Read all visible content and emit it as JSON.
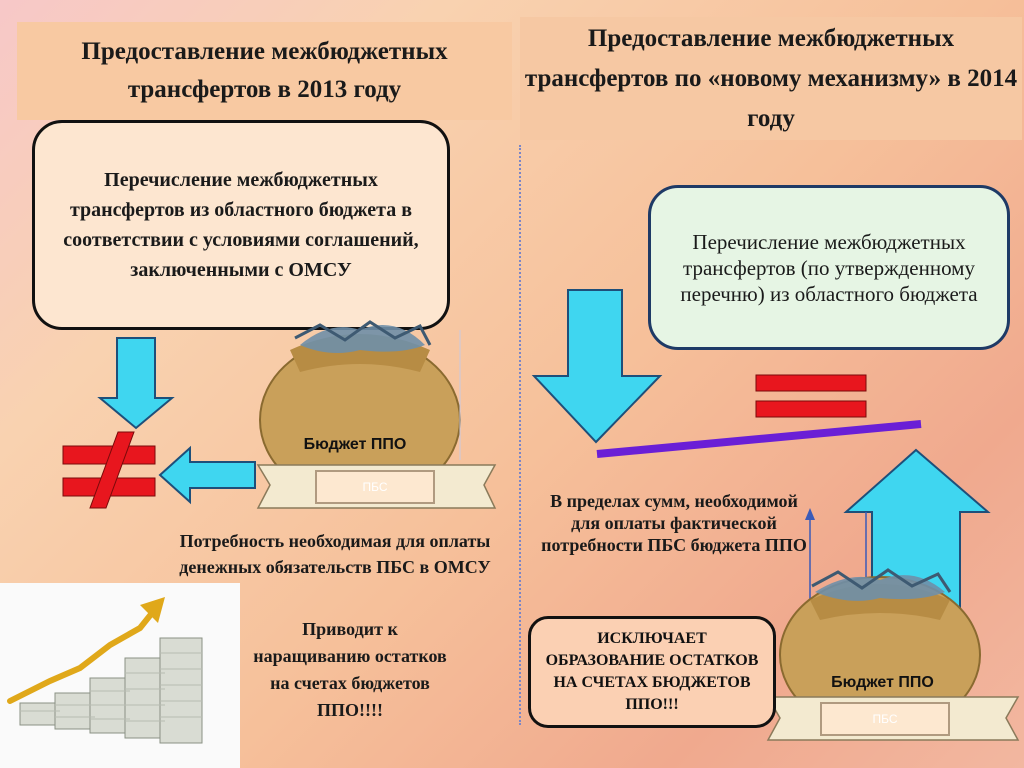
{
  "left": {
    "header": "Предоставление межбюджетных трансфертов в 2013 году",
    "box_text": "Перечисление  межбюджетных трансфертов из областного бюджета в соответствии с условиями соглашений, заключенными с ОМСУ",
    "bag_label": "Бюджет ППО",
    "bag_tag": "ПБС",
    "need_text": "Потребность необходимая для оплаты денежных обязательств ПБС в ОМСУ",
    "leads_text": "Приводит к наращиванию остатков на счетах бюджетов ППО!!!!"
  },
  "right": {
    "header": "Предоставление межбюджетных трансфертов по «новому механизму» в 2014 году",
    "box_text": "Перечисление межбюджетных трансфертов (по утвержденному перечню) из областного бюджета",
    "within_text": "В пределах сумм, необходимой для оплаты фактической потребности ПБС бюджета ППО",
    "exclude_text": "ИСКЛЮЧАЕТ ОБРАЗОВАНИЕ ОСТАТКОВ НА СЧЕТАХ БЮДЖЕТОВ ППО!!!",
    "bag_label": "Бюджет ППО",
    "bag_tag": "ПБС"
  },
  "colors": {
    "arrow_fill": "#3fd6f0",
    "arrow_stroke": "#1e4f7a",
    "not_equal": "#e8161e",
    "equal": "#e8161e",
    "balance_bar": "#6a1fd6",
    "bag": "#c9a05a"
  }
}
